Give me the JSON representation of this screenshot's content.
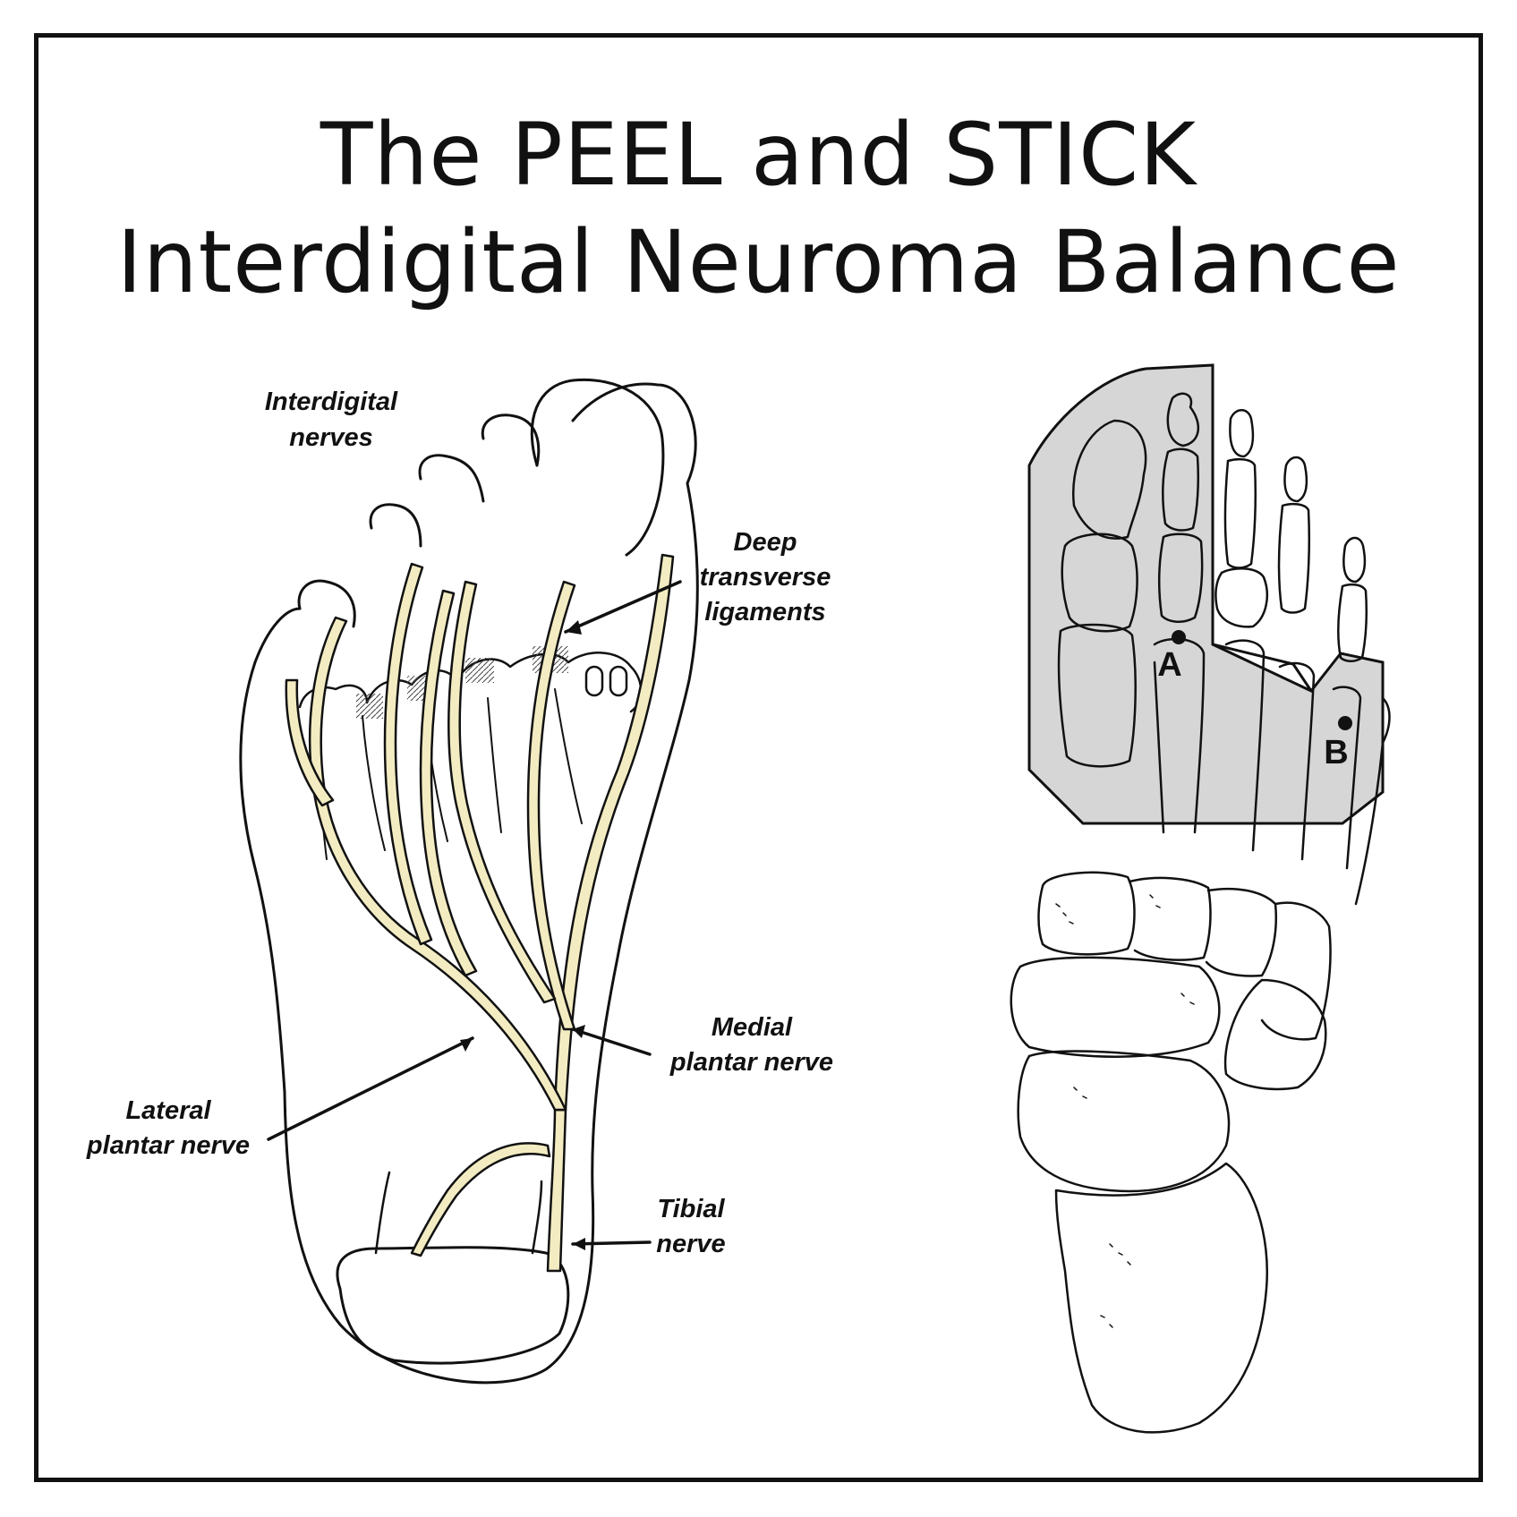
{
  "title": {
    "line1": "The PEEL and STICK",
    "line2": "Interdigital Neuroma Balance"
  },
  "labels": {
    "interdigital_nerves_1": "Interdigital",
    "interdigital_nerves_2": "nerves",
    "deep_1": "Deep",
    "deep_2": "transverse",
    "deep_3": "ligaments",
    "medial_1": "Medial",
    "medial_2": "plantar nerve",
    "lateral_1": "Lateral",
    "lateral_2": "plantar nerve",
    "tibial_1": "Tibial",
    "tibial_2": "nerve"
  },
  "points": {
    "a": "A",
    "b": "B"
  },
  "colors": {
    "nerve_fill": "#f3ecc2",
    "pad_fill": "#d6d6d6",
    "ink": "#111111"
  }
}
